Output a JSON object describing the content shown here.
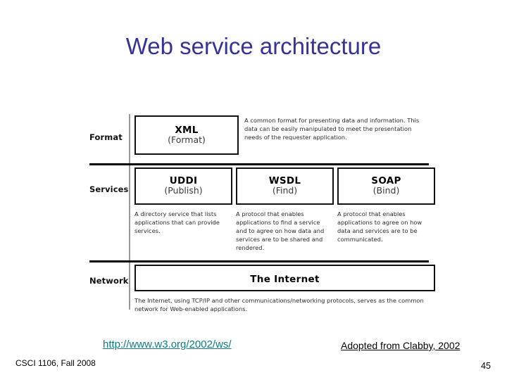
{
  "slide": {
    "title": "Web service architecture",
    "page_number": "45",
    "course_footer": "CSCI 1106, Fall 2008",
    "url_link": "http://www.w3.org/2002/ws/",
    "credit": "Adopted from Clabby, 2002",
    "link_color": "#117a85",
    "title_color": "#333399"
  },
  "diagram": {
    "rows": [
      {
        "label": "Format",
        "boxes": [
          {
            "name": "XML",
            "sub": "(Format)"
          }
        ],
        "descriptions": [
          "A common format for presenting data and information. This data can be easily manipulated to meet the presentation needs of the requester application."
        ]
      },
      {
        "label": "Services",
        "boxes": [
          {
            "name": "UDDI",
            "sub": "(Publish)"
          },
          {
            "name": "WSDL",
            "sub": "(Find)"
          },
          {
            "name": "SOAP",
            "sub": "(Bind)"
          }
        ],
        "descriptions": [
          "A directory service that lists applications that can provide services.",
          "A protocol that enables applications to find a service and to agree on how data and services are to be shared and rendered.",
          "A protocol that enables applications to agree on how data and services are to be communicated."
        ]
      },
      {
        "label": "Network",
        "boxes": [
          {
            "name": "The Internet",
            "sub": ""
          }
        ],
        "descriptions": [
          "The Internet, using TCP/IP and other communications/networking protocols, serves as the common network for Web-enabled applications."
        ]
      }
    ]
  }
}
